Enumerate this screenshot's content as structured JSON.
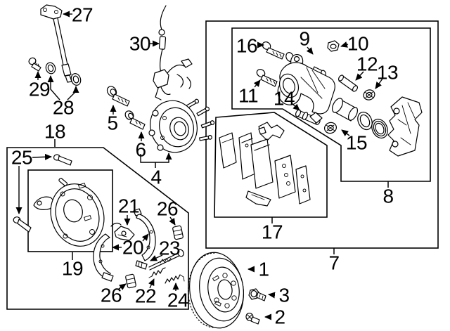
{
  "diagram": {
    "kind": "exploded-parts-diagram",
    "subject": "rear-disc-brake-components",
    "colors": {
      "background": "#ffffff",
      "line": "#000000"
    },
    "callouts": [
      {
        "num": "1",
        "part": "brake-rotor"
      },
      {
        "num": "2",
        "part": "countersunk-screw"
      },
      {
        "num": "3",
        "part": "hex-bolt"
      },
      {
        "num": "4",
        "part": "hub-bearing-assembly"
      },
      {
        "num": "5",
        "part": "flange-bolt"
      },
      {
        "num": "6",
        "part": "stud-bolt"
      },
      {
        "num": "7",
        "part": "caliper-assembly-group"
      },
      {
        "num": "8",
        "part": "caliper-bracket"
      },
      {
        "num": "9",
        "part": "bleeder-screw"
      },
      {
        "num": "10",
        "part": "bleeder-cap"
      },
      {
        "num": "11",
        "part": "mounting-bolt"
      },
      {
        "num": "12",
        "part": "guide-pin"
      },
      {
        "num": "13",
        "part": "pin-boot"
      },
      {
        "num": "14",
        "part": "guide-pin-lower"
      },
      {
        "num": "15",
        "part": "pin-boot-lower"
      },
      {
        "num": "16",
        "part": "caliper-bolt"
      },
      {
        "num": "17",
        "part": "brake-pad-kit"
      },
      {
        "num": "18",
        "part": "parking-brake-group"
      },
      {
        "num": "19",
        "part": "backing-plate"
      },
      {
        "num": "20",
        "part": "brake-shoes"
      },
      {
        "num": "21",
        "part": "adjuster-lever"
      },
      {
        "num": "22",
        "part": "return-spring"
      },
      {
        "num": "23",
        "part": "adjuster-assembly"
      },
      {
        "num": "24",
        "part": "hold-down-spring"
      },
      {
        "num": "25",
        "part": "anchor-pin"
      },
      {
        "num": "26",
        "part": "shoe-hold-down-cylinder"
      },
      {
        "num": "27",
        "part": "brake-hose"
      },
      {
        "num": "28",
        "part": "sealing-washer-set"
      },
      {
        "num": "29",
        "part": "banjo-bolt"
      },
      {
        "num": "30",
        "part": "abs-wheel-speed-sensor"
      }
    ]
  }
}
